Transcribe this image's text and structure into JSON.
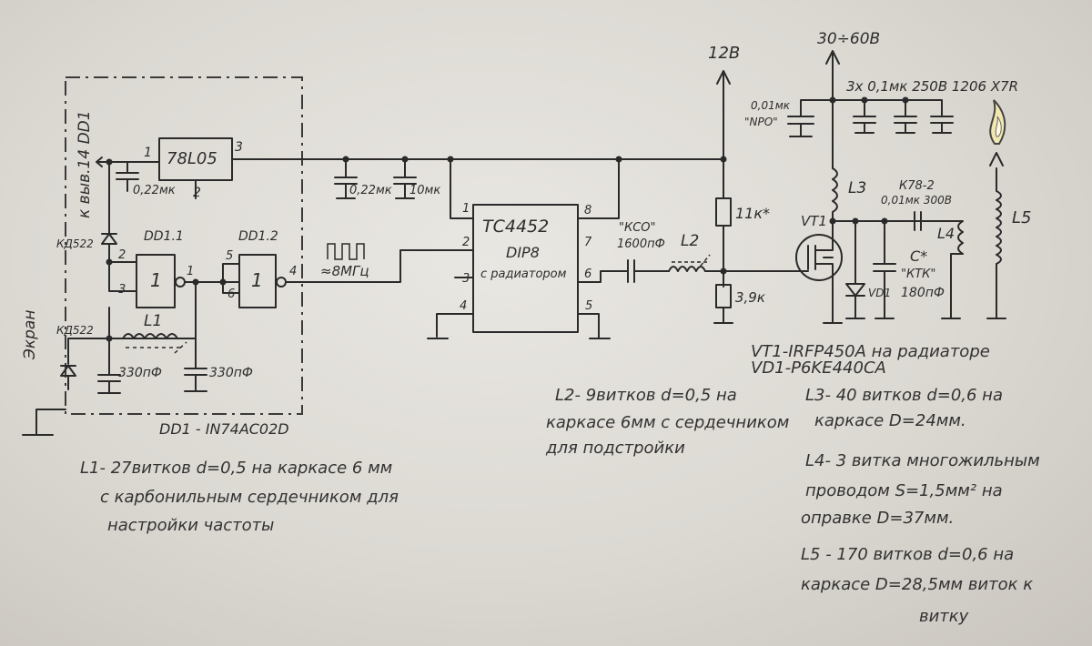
{
  "supplies": {
    "v12": "12В",
    "vhv": "30÷60В"
  },
  "regulator": {
    "name": "78L05",
    "pin1": "1",
    "pin2": "2",
    "pin3": "3",
    "cap": "0,22мк"
  },
  "caps_top": {
    "c1": "0,22мк",
    "c2": "10мк"
  },
  "driver": {
    "name": "TC4452",
    "pkg": "DIP8",
    "pkg2": "с радиатором",
    "p1": "1",
    "p2": "2",
    "p3": "3",
    "p4": "4",
    "p5": "5",
    "p6": "6",
    "p7": "7",
    "p8": "8"
  },
  "gates": {
    "dd11": "DD1.1",
    "dd12": "DD1.2",
    "sym": "1",
    "pin1": "1",
    "pin2": "2",
    "pin3": "3",
    "pin4": "4",
    "pin5": "5",
    "pin6": "6",
    "power_label": "к выв.14 DD1"
  },
  "osc": {
    "freq": "≈8МГц",
    "screen": "Экран",
    "d1": "КД522",
    "d2": "КД522",
    "l1": "L1",
    "c1": "330пФ",
    "c2": "330пФ",
    "chip": "DD1 - IN74AC02D"
  },
  "coupling": {
    "kco": "\"КСО\"",
    "val": "1600пФ",
    "l2": "L2"
  },
  "divider": {
    "r1": "11к*",
    "r2": "3,9к"
  },
  "power_stage": {
    "c_npo": "0,01мк",
    "npo": "\"NPO\"",
    "c_bank": "3х 0,1мк 250В 1206 X7R",
    "l3": "L3",
    "vt1": "VT1",
    "k78": "К78-2",
    "k78v": "0,01мк 300В",
    "cstar": "C*",
    "ktk": "\"КТК\"",
    "ktkv": "180пФ",
    "vd1": "VD1",
    "l4": "L4",
    "l5": "L5"
  },
  "notes": {
    "vt1_desc": "VT1-IRFP450A на радиаторе",
    "vd1_desc": "VD1-P6KE440CA",
    "l1_a": "L1- 27витков d=0,5 на каркасе 6 мм",
    "l1_b": "с карбонильным сердечником для",
    "l1_c": "настройки частоты",
    "l2_a": "L2- 9витков d=0,5 на",
    "l2_b": "каркасе 6мм с сердечником",
    "l2_c": "для подстройки",
    "l3_a": "L3- 40 витков d=0,6 на",
    "l3_b": "каркасе D=24мм.",
    "l4_a": "L4- 3 витка многожильным",
    "l4_b": "проводом S=1,5мм² на",
    "l4_c": "оправке D=37мм.",
    "l5_a": "L5 - 170 витков d=0,6 на",
    "l5_b": "каркасе D=28,5мм виток к",
    "l5_c": "витку"
  },
  "colors": {
    "ink": "#2a2a2a",
    "paper": "#e4e2dd",
    "flame": "#f3e9b0"
  }
}
